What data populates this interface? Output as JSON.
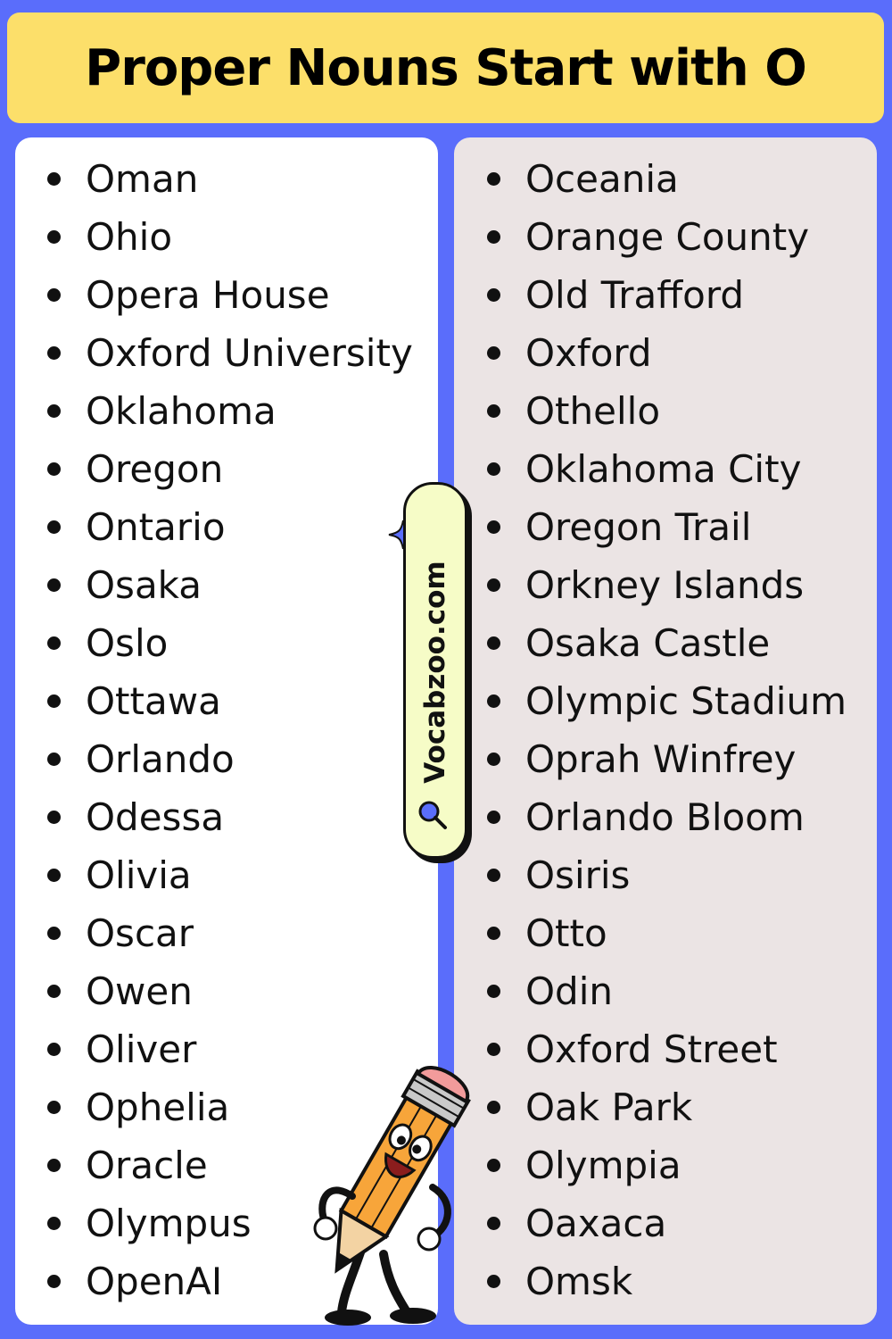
{
  "title": "Proper Nouns Start with O",
  "watermark": "Vocabzoo.com",
  "left_column": [
    "Oman",
    "Ohio",
    "Opera House",
    "Oxford University",
    "Oklahoma",
    "Oregon",
    "Ontario",
    "Osaka",
    "Oslo",
    "Ottawa",
    "Orlando",
    "Odessa",
    "Olivia",
    "Oscar",
    "Owen",
    "Oliver",
    "Ophelia",
    "Oracle",
    "Olympus",
    "OpenAI"
  ],
  "right_column": [
    "Oceania",
    "Orange County",
    "Old Trafford",
    "Oxford",
    "Othello",
    "Oklahoma City",
    "Oregon Trail",
    "Orkney Islands",
    "Osaka Castle",
    "Olympic Stadium",
    "Oprah Winfrey",
    "Orlando Bloom",
    "Osiris",
    "Otto",
    "Odin",
    "Oxford Street",
    "Oak Park",
    "Olympia",
    "Oaxaca",
    "Omsk"
  ],
  "colors": {
    "background": "#5a6dfb",
    "header": "#fcdf6a",
    "left_panel": "#ffffff",
    "right_panel": "#ebe4e4",
    "tag": "#f6fcc7"
  },
  "icons": [
    "sparkle-icon",
    "search-icon",
    "pencil-mascot"
  ]
}
